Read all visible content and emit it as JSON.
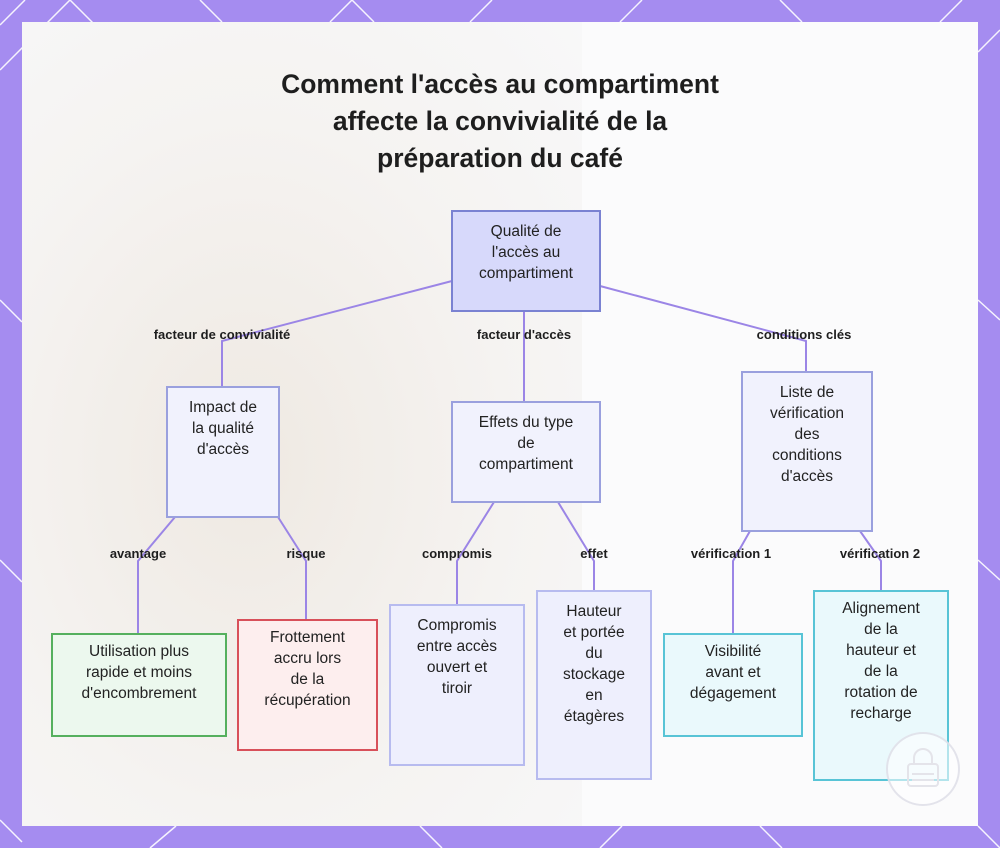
{
  "title": {
    "lines": [
      "Comment l'accès au compartiment",
      "affecte la convivialité de la",
      "préparation du café"
    ]
  },
  "nodes": {
    "root": {
      "lines": [
        "Qualité de",
        "l'accès au",
        "compartiment"
      ]
    },
    "impact": {
      "lines": [
        "Impact de",
        "la qualité",
        "d'accès"
      ]
    },
    "effets": {
      "lines": [
        "Effets du type",
        "de",
        "compartiment"
      ]
    },
    "liste": {
      "lines": [
        "Liste de",
        "vérification",
        "des",
        "conditions",
        "d'accès"
      ]
    },
    "utilisation": {
      "lines": [
        "Utilisation plus",
        "rapide et moins",
        "d'encombrement"
      ]
    },
    "frottement": {
      "lines": [
        "Frottement",
        "accru lors",
        "de la",
        "récupération"
      ]
    },
    "compromis": {
      "lines": [
        "Compromis",
        "entre accès",
        "ouvert et",
        "tiroir"
      ]
    },
    "hauteur": {
      "lines": [
        "Hauteur",
        "et portée",
        "du",
        "stockage",
        "en",
        "étagères"
      ]
    },
    "visibilite": {
      "lines": [
        "Visibilité",
        "avant et",
        "dégagement"
      ]
    },
    "alignement": {
      "lines": [
        "Alignement",
        "de la",
        "hauteur et",
        "de la",
        "rotation de",
        "recharge"
      ]
    }
  },
  "edge_labels": {
    "facteur_convivialite": "facteur de convivialité",
    "facteur_acces": "facteur d'accès",
    "conditions_cles": "conditions clés",
    "avantage": "avantage",
    "risque": "risque",
    "compromis": "compromis",
    "effet": "effet",
    "verification_1": "vérification 1",
    "verification_2": "vérification 2"
  },
  "colors": {
    "frame": "#a58cf0",
    "edge": "#9b85e6",
    "root_fill": "#d7d9fb",
    "benefit_border": "#55b05e",
    "risk_border": "#d8505a",
    "check_border": "#58c4d6"
  }
}
